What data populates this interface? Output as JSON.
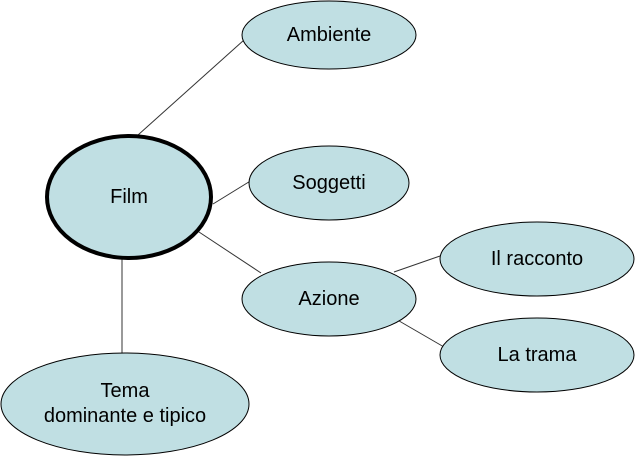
{
  "diagram": {
    "fill_color": "#c0dfe3",
    "outline_color": "#000000",
    "edge_color": "#333333",
    "nodes": {
      "film": {
        "label": "Film"
      },
      "ambiente": {
        "label": "Ambiente"
      },
      "soggetti": {
        "label": "Soggetti"
      },
      "azione": {
        "label": "Azione"
      },
      "racconto": {
        "label": "Il racconto"
      },
      "trama": {
        "label": "La trama"
      },
      "tema": {
        "line1": "Tema",
        "line2": "dominante e tipico"
      }
    },
    "edges": [
      {
        "from": "film",
        "to": "ambiente"
      },
      {
        "from": "film",
        "to": "soggetti"
      },
      {
        "from": "film",
        "to": "azione"
      },
      {
        "from": "film",
        "to": "tema"
      },
      {
        "from": "azione",
        "to": "racconto"
      },
      {
        "from": "azione",
        "to": "trama"
      }
    ]
  }
}
